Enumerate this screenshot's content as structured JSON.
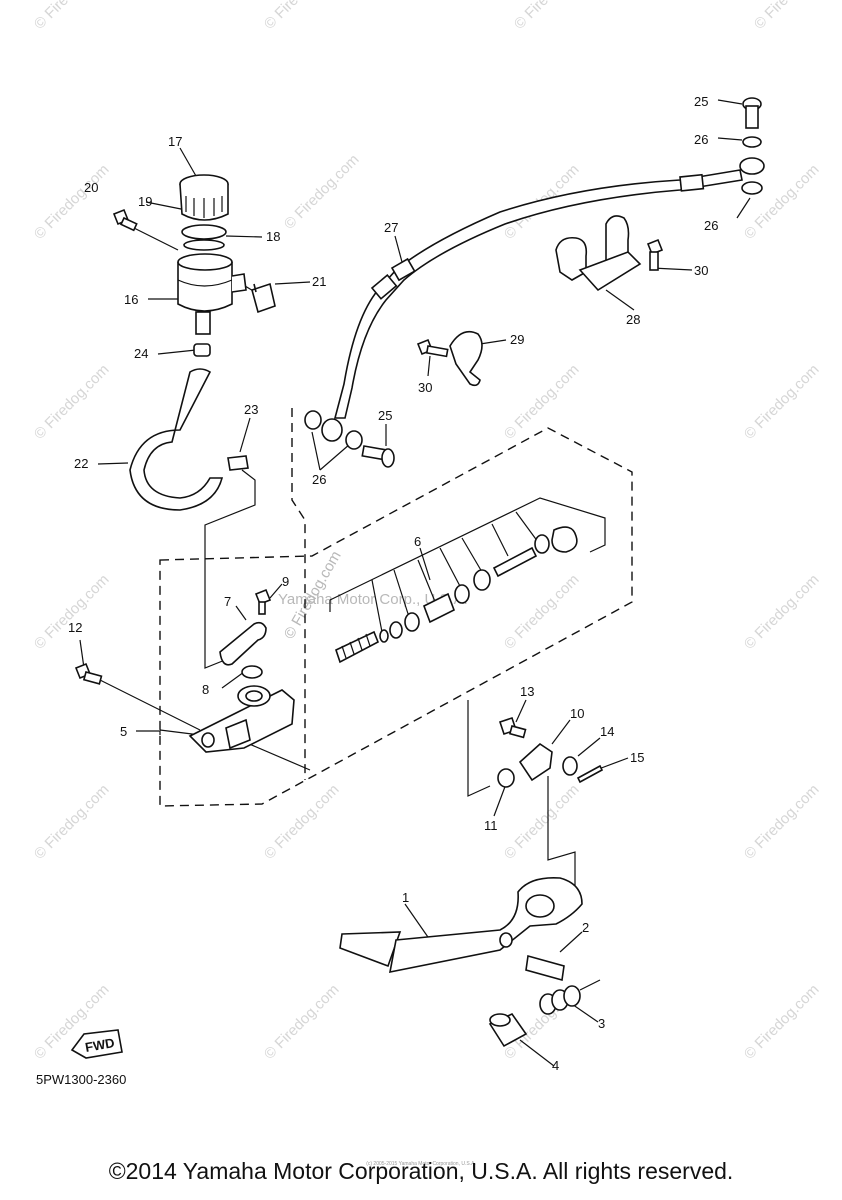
{
  "diagram": {
    "part_code": "5PW1300-2360",
    "fwd_label": "FWD",
    "watermark": "© Firedog.com",
    "center_watermark": "Yamaha Motor Corp., U.S.A.",
    "center_watermark2": "© Firedog.com",
    "small_copyright": "(c) 2005-2015 Yamaha Motor Corporation, U.S.A.",
    "copyright": "©2014 Yamaha Motor Corporation, U.S.A. All rights reserved.",
    "callouts": [
      "1",
      "2",
      "3",
      "4",
      "5",
      "6",
      "7",
      "8",
      "9",
      "10",
      "11",
      "12",
      "13",
      "14",
      "15",
      "16",
      "17",
      "18",
      "19",
      "20",
      "21",
      "22",
      "23",
      "24",
      "25",
      "26",
      "27",
      "28",
      "29",
      "30"
    ]
  }
}
